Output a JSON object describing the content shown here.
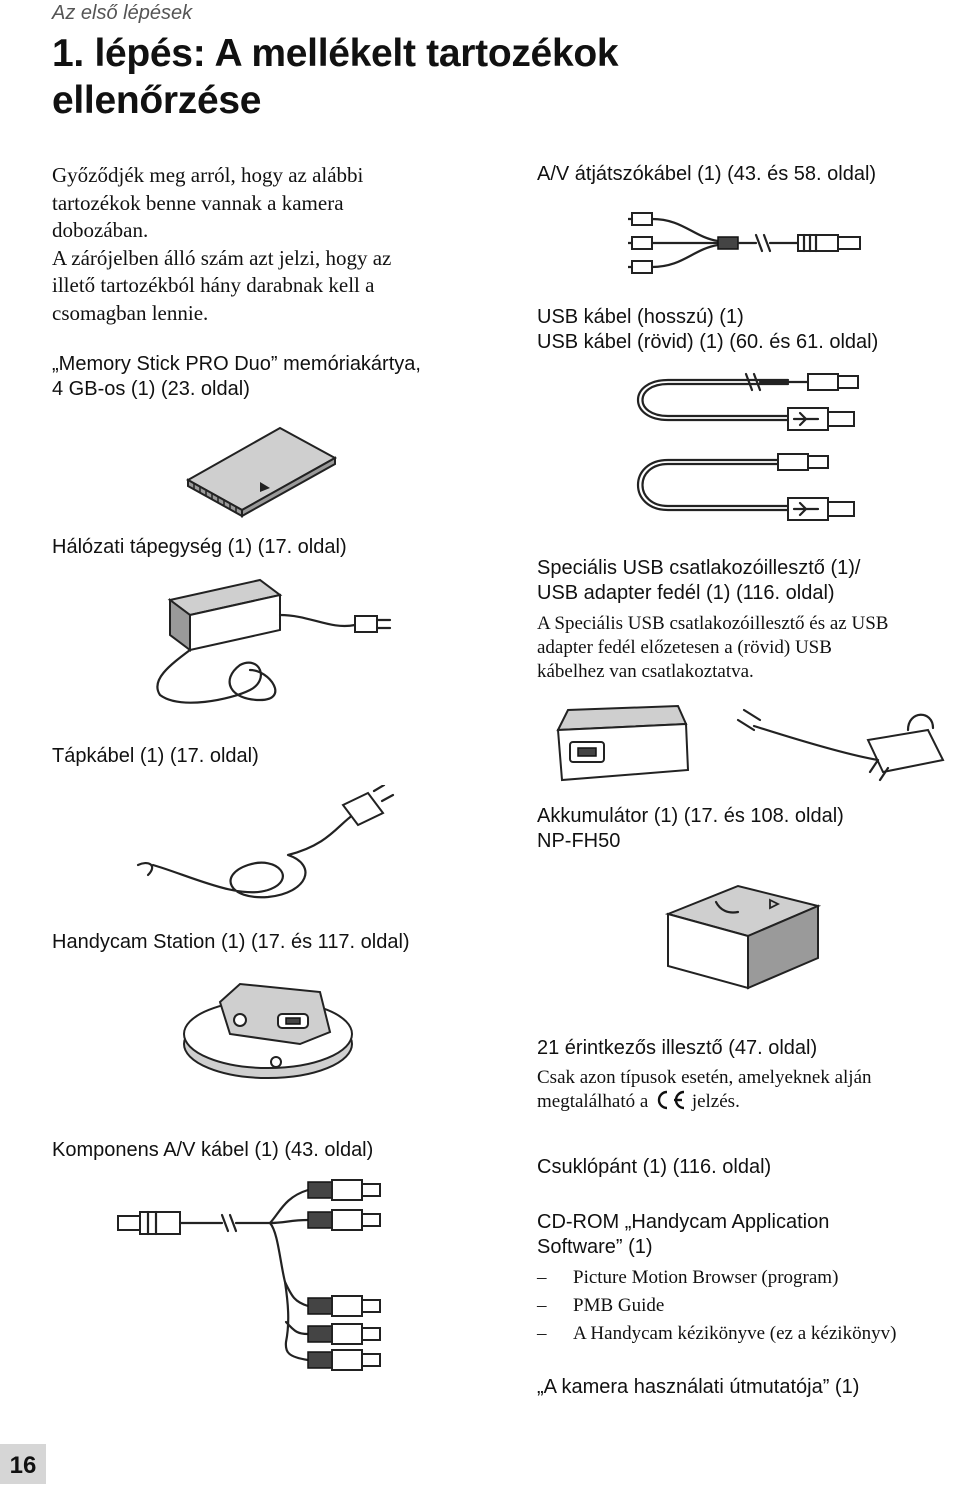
{
  "header": {
    "section": "Az első lépések",
    "title_line1": "1. lépés: A mellékelt tartozékok",
    "title_line2": "ellenőrzése"
  },
  "intro": {
    "lines": [
      "Győződjék meg arról, hogy az alábbi",
      "tartozékok benne vannak a kamera",
      "dobozában.",
      "A zárójelben álló szám azt jelzi, hogy az",
      "illető tartozékból hány darabnak kell a",
      "csomagban lennie."
    ]
  },
  "items": {
    "memory_stick": {
      "line1": "„Memory Stick PRO Duo” memóriakártya,",
      "line2": "4 GB-os (1) (23. oldal)"
    },
    "av_cable": {
      "label": "A/V átjátszókábel (1) (43. és 58. oldal)"
    },
    "usb_cable": {
      "line1": "USB kábel (hosszú) (1)",
      "line2": "USB kábel (rövid) (1) (60. és 61. oldal)"
    },
    "ac_adaptor": {
      "label": "Hálózati tápegység (1) (17. oldal)"
    },
    "usb_adaptor": {
      "line1": "Speciális USB csatlakozóillesztő (1)/",
      "line2": "USB adapter fedél (1) (116. oldal)",
      "note_lines": [
        "A Speciális USB csatlakozóillesztő és az USB",
        "adapter fedél előzetesen a (rövid) USB",
        "kábelhez van csatlakoztatva."
      ]
    },
    "power_cord": {
      "label": "Tápkábel (1) (17. oldal)"
    },
    "battery": {
      "line1": "Akkumulátor (1) (17. és 108. oldal)",
      "line2": "NP-FH50"
    },
    "handycam_station": {
      "label": "Handycam Station (1) (17. és 117. oldal)"
    },
    "adaptor_21pin": {
      "label": "21 érintkezős illesztő (47. oldal)",
      "note_line1": "Csak azon típusok esetén, amelyeknek alján",
      "note_line2_before": "megtalálható a",
      "note_line2_after": "jelzés."
    },
    "component_cable": {
      "label": "Komponens A/V kábel (1) (43. oldal)"
    },
    "wrist_strap": {
      "label": "Csuklópánt (1) (116. oldal)"
    },
    "cdrom": {
      "line1": "CD-ROM „Handycam Application",
      "line2": "Software” (1)",
      "list": [
        "Picture Motion Browser (program)",
        "PMB Guide",
        "A Handycam kézikönyve (ez a kézikönyv)"
      ],
      "dash": "–"
    },
    "operating_guide": {
      "label": "„A kamera használati útmutatója” (1)"
    }
  },
  "page_number": "16",
  "icons": {
    "memory_stick": "memory-stick-icon",
    "av_cable": "av-cable-icon",
    "usb_cables": "usb-cable-icon",
    "ac_adaptor": "ac-adaptor-icon",
    "usb_adaptor": "usb-adaptor-icon",
    "power_cord": "power-cord-icon",
    "battery": "battery-icon",
    "station": "handycam-station-icon",
    "component_cable": "component-av-cable-icon",
    "ce": "ce-mark-icon"
  }
}
